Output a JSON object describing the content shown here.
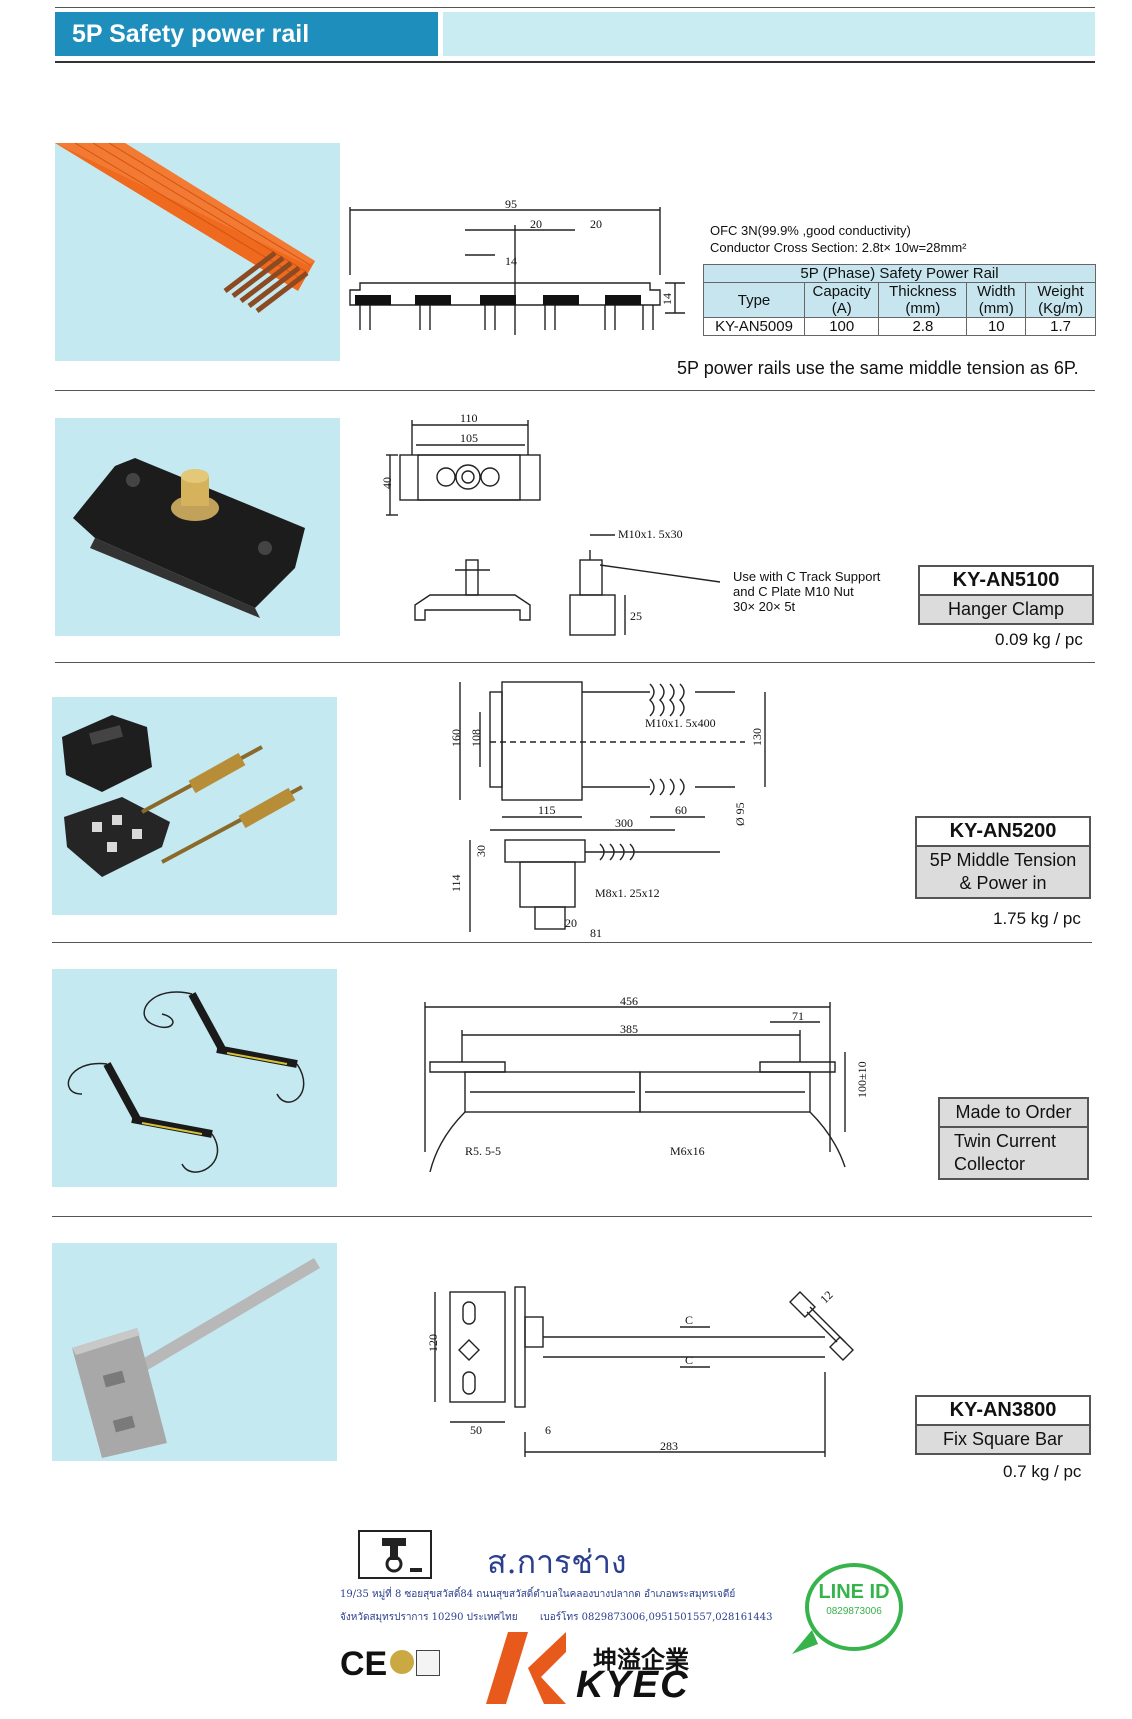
{
  "header": {
    "title": "5P Safety power rail"
  },
  "rail": {
    "spec_line1": "OFC 3N(99.9% ,good conductivity)",
    "spec_line2": "Conductor Cross Section: 2.8t× 10w=28mm²",
    "table_title": "5P (Phase) Safety Power Rail",
    "col_type": "Type",
    "col_capacity": "Capacity (A)",
    "col_thickness": "Thickness (mm)",
    "col_width": "Width (mm)",
    "col_weight": "Weight (Kg/m)",
    "row": {
      "type": "KY-AN5009",
      "capacity": "100",
      "thickness": "2.8",
      "width": "10",
      "weight": "1.7"
    },
    "note": "5P power rails use the same middle tension as 6P.",
    "dims": {
      "d95": "95",
      "d20a": "20",
      "d20b": "20",
      "d14": "14",
      "d14v": "14"
    }
  },
  "hanger": {
    "code": "KY-AN5100",
    "name": "Hanger Clamp",
    "weight": "0.09 kg / pc",
    "note_line1": "Use with C Track Support",
    "note_line2": "and C Plate M10 Nut",
    "note_line3": "30× 20× 5t",
    "dims": {
      "d110": "110",
      "d105": "105",
      "d40": "40",
      "bolt": "M10x1. 5x30",
      "d25": "25"
    }
  },
  "tension": {
    "code": "KY-AN5200",
    "name_line1": "5P Middle Tension",
    "name_line2": "& Power in",
    "weight": "1.75 kg / pc",
    "dims": {
      "bolt": "M10x1. 5x400",
      "d160": "160",
      "d108": "108",
      "d130": "130",
      "d115": "115",
      "d300": "300",
      "d60": "60",
      "d95": "Ø 95",
      "d30": "30",
      "d114": "114",
      "bolt2": "M8x1. 25x12",
      "d20": "20",
      "d81": "81"
    }
  },
  "collector": {
    "title": "Made to Order",
    "name_line1": "Twin Current",
    "name_line2": "Collector",
    "dims": {
      "d456": "456",
      "d385": "385",
      "d71": "71",
      "d100": "100±10",
      "r": "R5. 5-5",
      "bolt": "M6x16"
    }
  },
  "squarebar": {
    "code": "KY-AN3800",
    "name": "Fix Square Bar",
    "weight": "0.7 kg / pc",
    "dims": {
      "d120": "120",
      "d50": "50",
      "d6": "6",
      "d283": "283",
      "d12": "12",
      "c1": "C",
      "c2": "C"
    }
  },
  "footer": {
    "company": "ส.การช่าง",
    "addr1": "19/35 หมู่ที่ 8 ซอยสุขสวัสดิ์84 ถนนสุขสวัสดิ์ตำบลในคลองบางปลากด อำเภอพระสมุทรเจดีย์",
    "addr2": "จังหวัดสมุทรปราการ 10290 ประเทศไทย",
    "phone": "เบอร์โทร 0829873006,0951501557,028161443",
    "line_label": "LINE ID",
    "line_id": "0829873006",
    "brand_cn": "坤溢企業",
    "brand_en": "KYEC",
    "ce": "CE"
  }
}
